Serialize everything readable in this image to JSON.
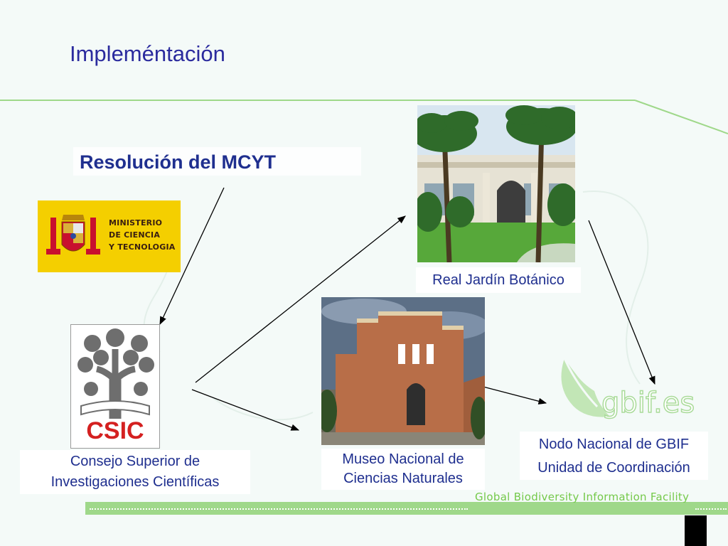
{
  "slide": {
    "title": "Impleméntación",
    "resolution_label": "Resolución del MCYT"
  },
  "logos": {
    "ministerio": {
      "icon": "spanish-coat-of-arms-icon",
      "lines": [
        "MINISTERIO",
        "DE CIENCIA",
        "Y TECNOLOGIA"
      ]
    },
    "csic": {
      "icon": "csic-tree-icon",
      "wordmark": "CSIC"
    },
    "gbif": {
      "icon": "gbif-leaf-icon",
      "wordmark": "gbif.es"
    }
  },
  "nodes": {
    "csic_caption": [
      "Consejo Superior de",
      "Investigaciones Científicas"
    ],
    "rjb_caption": "Real Jardín Botánico",
    "museo_caption": [
      "Museo Nacional de",
      "Ciencias Naturales"
    ],
    "gbif_caption": [
      "Nodo Nacional de GBIF",
      "Unidad de Coordinación"
    ]
  },
  "footer": {
    "text": "Global Biodiversity Information Facility"
  },
  "colors": {
    "background": "#f4faf8",
    "title": "#2b2b9e",
    "accent_green": "#9fd88a",
    "ministerio_yellow": "#f4cf00",
    "csic_red": "#d42020"
  }
}
